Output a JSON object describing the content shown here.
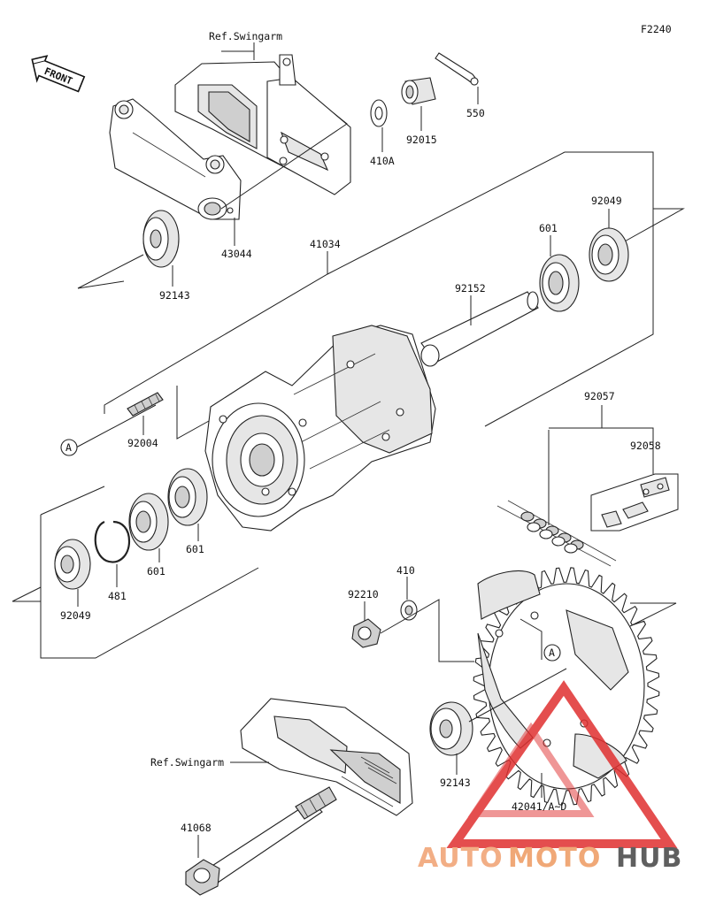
{
  "figure_code": "F2240",
  "front_label": "FRONT",
  "references": {
    "swingarm_top": "Ref.Swingarm",
    "swingarm_bottom": "Ref.Swingarm"
  },
  "callouts": {
    "c550": "550",
    "c92015": "92015",
    "c410A": "410A",
    "c43044": "43044",
    "c92143_top": "92143",
    "c41034": "41034",
    "c92049_top": "92049",
    "c601_top": "601",
    "c92152": "92152",
    "c92004": "92004",
    "c601_a": "601",
    "c601_b": "601",
    "c481": "481",
    "c92049_bottom": "92049",
    "c92057": "92057",
    "c92058": "92058",
    "c410": "410",
    "c92210": "92210",
    "c92143_bottom": "92143",
    "c42041": "42041/A~D",
    "c41068": "41068"
  },
  "markers": {
    "a_left": "A",
    "a_right": "A"
  },
  "watermark": {
    "part1": "AUTO",
    "part2": "MOTO",
    "part3": "HUB",
    "color_main": "#f0a070",
    "color_hub": "#444444",
    "triangle_color": "#e03030"
  }
}
